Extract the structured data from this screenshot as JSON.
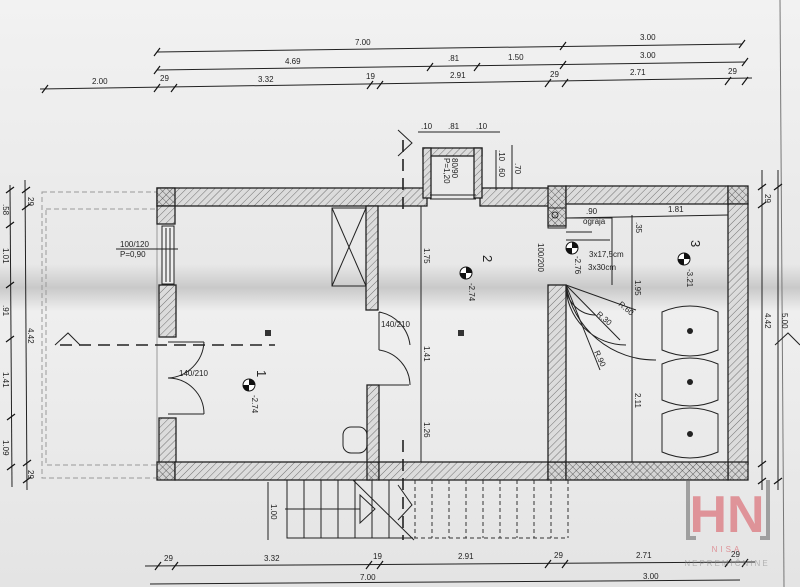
{
  "plan": {
    "top_dims_row1": [
      "7.00",
      "3.00"
    ],
    "top_dims_row2": [
      "4.69",
      ".81",
      "1.50",
      "3.00"
    ],
    "top_dims_row3": [
      "2.00",
      "29",
      "3.32",
      "19",
      "2.91",
      "29",
      "2.71",
      "29"
    ],
    "bottom_dims_row1": [
      "29",
      "3.32",
      "19",
      "2.91",
      "29",
      "2.71",
      "29"
    ],
    "bottom_dims_row2": [
      "7.00",
      "3.00"
    ],
    "left_dims_outer": [
      ".58",
      "1.01",
      ".91",
      "1.41",
      "1.09"
    ],
    "left_dims_inner": [
      "29",
      "4.42",
      "29"
    ],
    "right_dims": [
      "29",
      "4.42",
      "5.00"
    ],
    "entry_dims": [
      ".10",
      ".81",
      ".10",
      ".10",
      ".60",
      ".70"
    ],
    "interior_dims": [
      "1.75",
      "1.41",
      "1.26",
      "1.95",
      "2.11",
      ".90",
      "1.81",
      ".35",
      "1.00"
    ],
    "rooms": [
      {
        "number": "1",
        "level": "-2.74"
      },
      {
        "number": "2",
        "level": "-2.74"
      },
      {
        "number": "3",
        "level": "-3.21"
      }
    ],
    "stair_level": "-2.76",
    "openings": {
      "window_left": "100/120",
      "window_left_sill": "P=0,90",
      "door_left": "140/210",
      "door_middle": "140/210",
      "entry_window": "80/90",
      "entry_window_sill": "P=1,20",
      "door_stair": "100/200"
    },
    "stair_labels": {
      "railing": "ograja",
      "steps_a": "3x17,5cm",
      "steps_b": "3x30cm",
      "radius_1": "R.60",
      "radius_2": "R.30",
      "radius_3": "R.90"
    }
  },
  "watermark": {
    "logo": "HN",
    "name": "NISA",
    "tagline": "NEPREMIČNINE",
    "color": "#d9505a"
  }
}
